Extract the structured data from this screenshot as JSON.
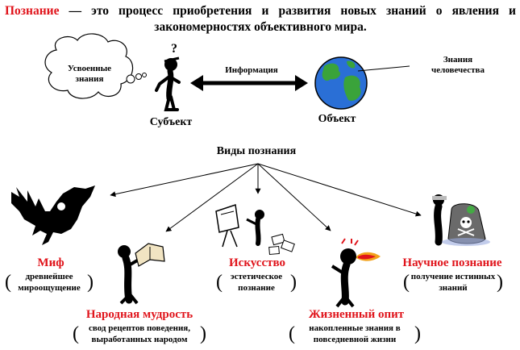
{
  "definition": {
    "term": "Познание",
    "rest": " — это процесс приобретения и развития новых знаний о явления и закономерностях объективного мира."
  },
  "thought_bubble": "Усвоенные знания",
  "question_mark": "?",
  "arrow_label": "Информация",
  "subject_label": "Субъект",
  "object_label": "Объект",
  "globe_label": "Знания человечества",
  "types_heading": "Виды познания",
  "types": [
    {
      "name": "Миф",
      "description": "древнейшее мироощущение",
      "icon": "dragon-icon"
    },
    {
      "name": "Народная мудрость",
      "description": "свод рецептов поведения, выработанных народом",
      "icon": "person-reading-book-icon"
    },
    {
      "name": "Искусство",
      "description": "эстетическое познание",
      "icon": "person-with-easel-icon"
    },
    {
      "name": "Жизненный опит",
      "description": "накопленные знания в повседневной жизни",
      "icon": "person-burning-mouth-icon"
    },
    {
      "name": "Научное познание",
      "description": "получение истинных знаний",
      "icon": "scientist-with-flask-icon"
    }
  ],
  "colors": {
    "accent": "#e0141b",
    "globe_ocean": "#2a6fd6",
    "globe_land": "#3aa33a"
  }
}
